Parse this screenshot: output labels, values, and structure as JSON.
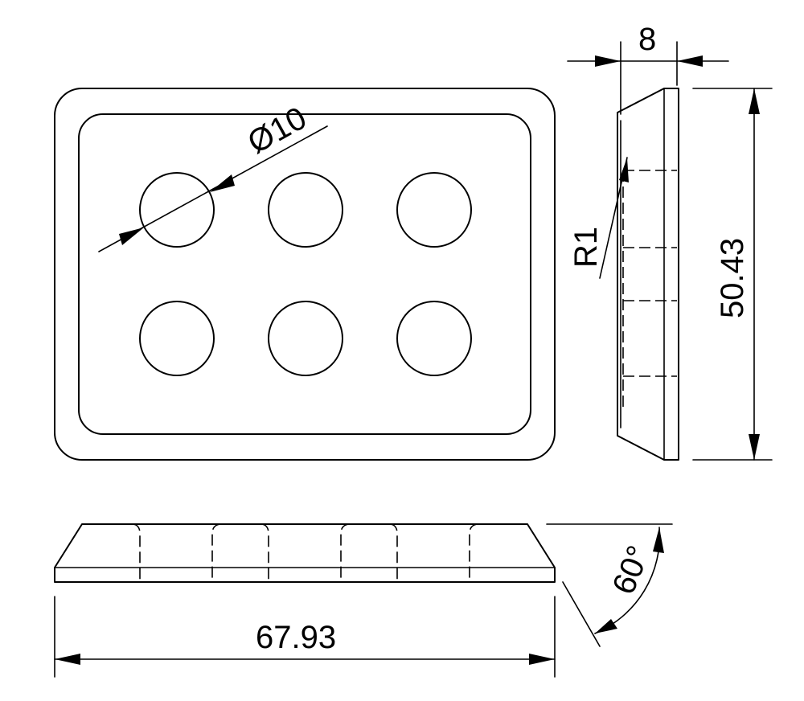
{
  "dimensions": {
    "diameter": "Ø10",
    "thickness": "8",
    "radius": "R1",
    "height": "50.43",
    "width": "67.93",
    "angle": "60°"
  },
  "views": [
    "top",
    "side",
    "front"
  ],
  "holes": {
    "rows": 2,
    "cols": 3
  }
}
